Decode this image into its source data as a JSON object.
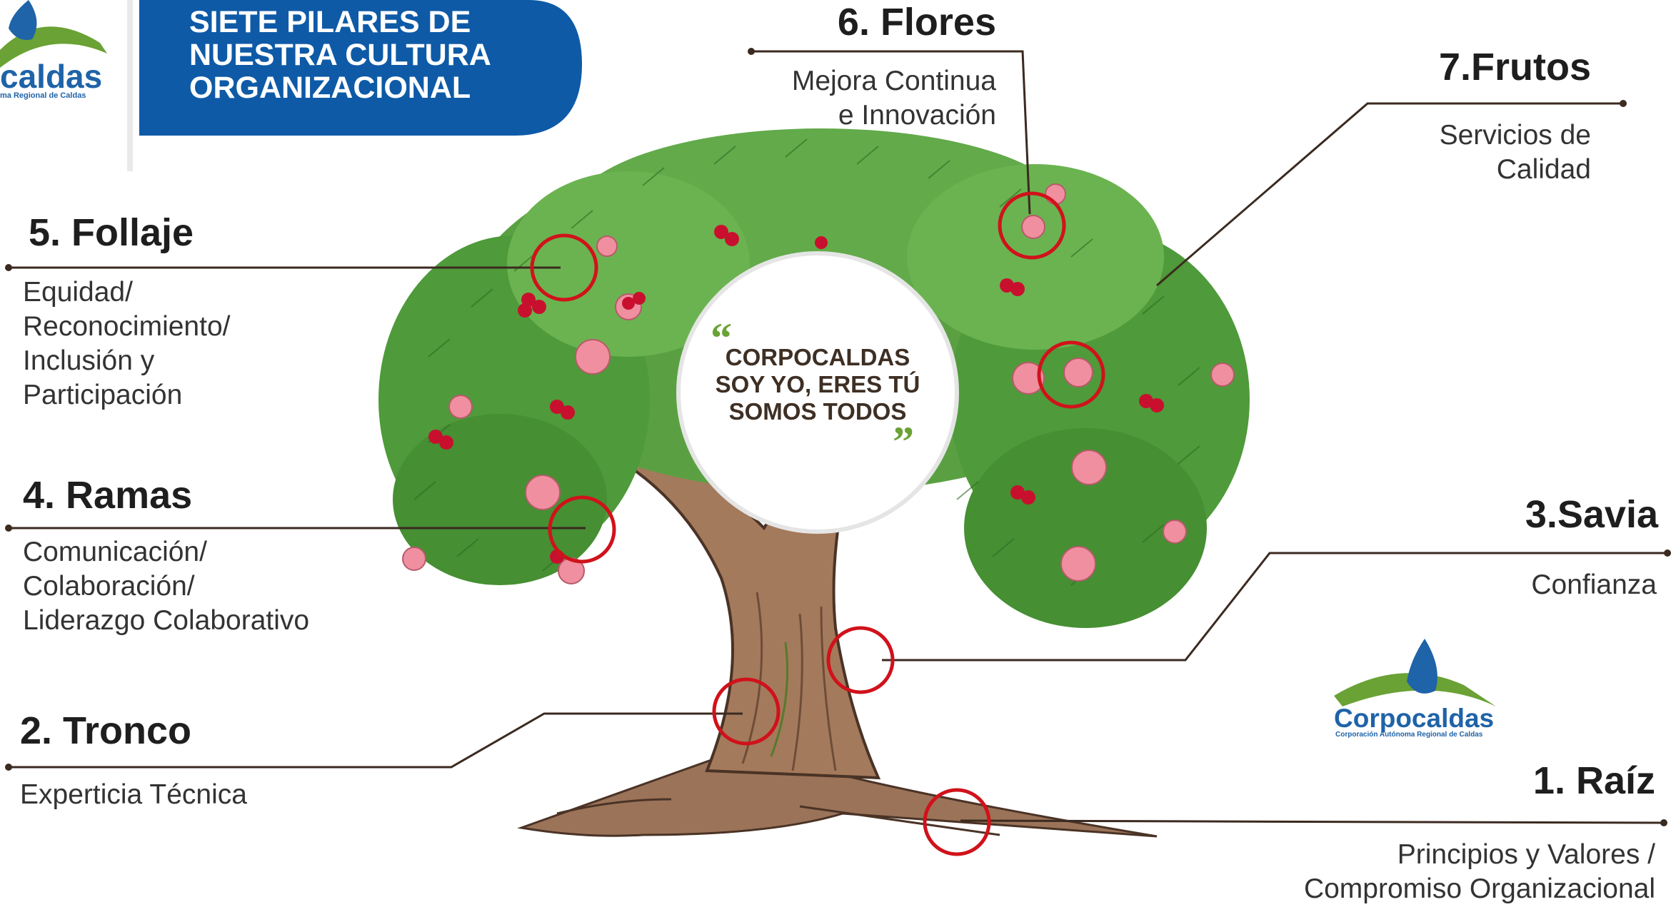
{
  "header": {
    "title_lines": [
      "SIETE PILARES DE",
      "NUESTRA CULTURA",
      "ORGANIZACIONAL"
    ],
    "banner_color": "#0e5aa7"
  },
  "logo_top": {
    "name": "caldas",
    "subtitle": "ma Regional de Caldas"
  },
  "logo_bottom": {
    "name": "Corpocaldas",
    "subtitle": "Corporación Autónoma Regional de Caldas"
  },
  "quote": {
    "open_mark": "“",
    "close_mark": "”",
    "lines": [
      "CORPOCALDAS",
      "SOY YO, ERES TÚ",
      "SOMOS TODOS"
    ]
  },
  "pillars": [
    {
      "heading": "1. Raíz",
      "lines": [
        "Principios y Valores /",
        "Compromiso Organizacional"
      ]
    },
    {
      "heading": "2. Tronco",
      "lines": [
        "Experticia Técnica"
      ]
    },
    {
      "heading": "3.Savia",
      "lines": [
        "Confianza"
      ]
    },
    {
      "heading": "4. Ramas",
      "lines": [
        "Comunicación/",
        "Colaboración/",
        "Liderazgo Colaborativo"
      ]
    },
    {
      "heading": "5. Follaje",
      "lines": [
        "Equidad/",
        "Reconocimiento/",
        "Inclusión y",
        "Participación"
      ]
    },
    {
      "heading": "6. Flores",
      "lines": [
        "Mejora Continua",
        "e Innovación"
      ]
    },
    {
      "heading": "7.Frutos",
      "lines": [
        "Servicios de",
        "Calidad"
      ]
    }
  ],
  "colors": {
    "leader_line": "#3b2a20",
    "highlight_circle": "#d0121b",
    "leaf": "#4f9a3a",
    "trunk": "#a47a5c",
    "flower": "#ef8fa0",
    "fruit": "#c8102e",
    "brand_blue": "#1f63a8",
    "brand_green": "#6aa235"
  }
}
